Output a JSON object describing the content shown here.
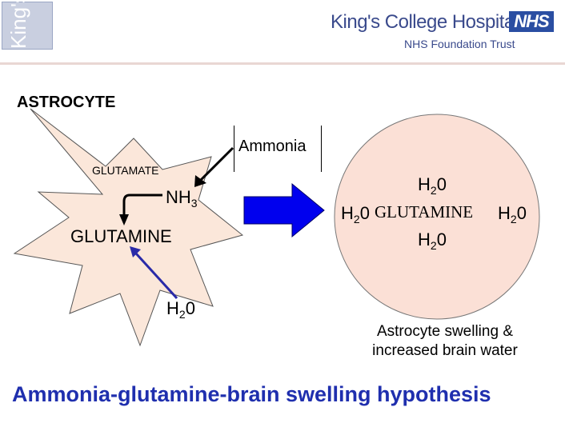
{
  "header": {
    "logo_text": "King's",
    "hospital_name": "King's College Hospital",
    "nhs_badge": "NHS",
    "foundation_trust": "NHS Foundation Trust"
  },
  "diagram": {
    "astrocyte_label": "ASTROCYTE",
    "ammonia_label": "Ammonia",
    "glutamate_label": "GLUTAMATE",
    "nh3_base": "NH",
    "nh3_sub": "3",
    "glutamine_left": "GLUTAMINE",
    "water_inside_base": "H",
    "water_inside_sub": "2",
    "water_inside_tail": "0",
    "cell_glutamine": "GLUTAMINE",
    "water_base": "H",
    "water_sub": "2",
    "water_tail": "0"
  },
  "caption": {
    "line1": "Astrocyte swelling &",
    "line2": "increased brain water"
  },
  "title": "Ammonia-glutamine-brain swelling hypothesis",
  "colors": {
    "star_fill": "#fbe7da",
    "swollen_cell_fill": "#fbe0d6",
    "big_arrow": "#0000ee",
    "blue_arrow": "#2a2aa8",
    "title": "#1f2fae",
    "nhs_blue": "#2a4ea2"
  }
}
